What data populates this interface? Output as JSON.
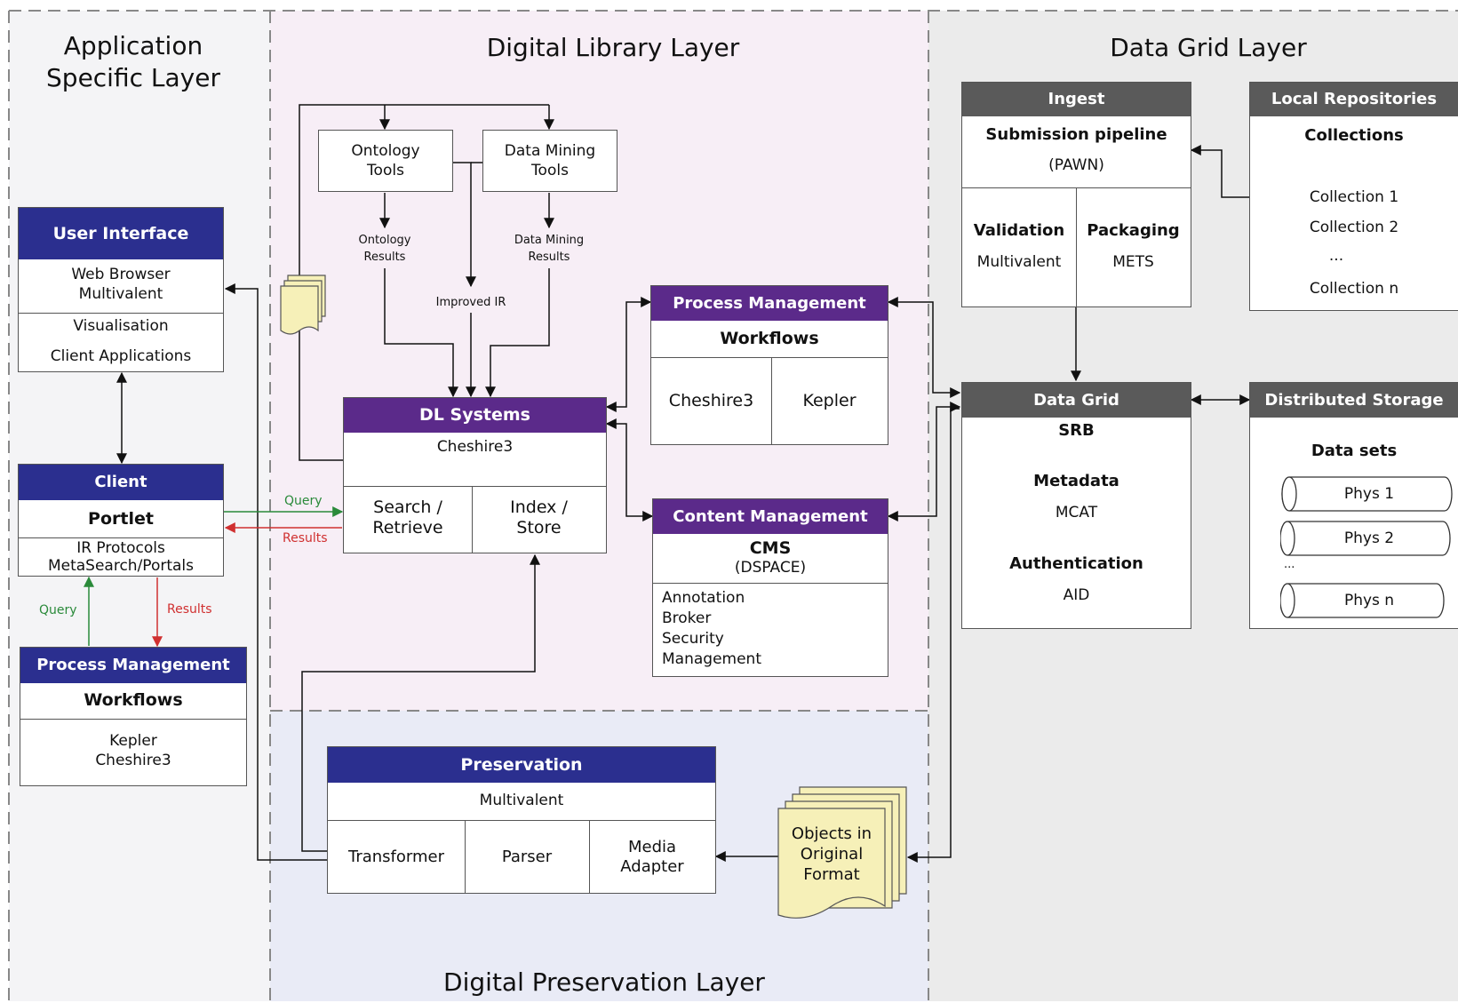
{
  "zones": {
    "application": "Application Specific Layer",
    "digital_library": "Digital Library Layer",
    "data_grid": "Data Grid Layer",
    "preservation": "Digital Preservation Layer"
  },
  "user_interface": {
    "title": "User Interface",
    "row1_line1": "Web Browser",
    "row1_line2": "Multivalent",
    "row2": "Visualisation",
    "row3": "Client Applications"
  },
  "client": {
    "title": "Client",
    "portlet": "Portlet",
    "line1": "IR Protocols",
    "line2": "MetaSearch/Portals"
  },
  "app_process_management": {
    "title": "Process Management",
    "workflows": "Workflows",
    "line1": "Kepler",
    "line2": "Cheshire3"
  },
  "ontology_tools": {
    "line1": "Ontology",
    "line2": "Tools"
  },
  "data_mining_tools": {
    "line1": "Data Mining",
    "line2": "Tools"
  },
  "ontology_results": {
    "line1": "Ontology",
    "line2": "Results"
  },
  "data_mining_results": {
    "line1": "Data Mining",
    "line2": "Results"
  },
  "improved_ir": "Improved IR",
  "dl_systems": {
    "title": "DL Systems",
    "subtitle": "Cheshire3",
    "left_line1": "Search /",
    "left_line2": "Retrieve",
    "right_line1": "Index /",
    "right_line2": "Store"
  },
  "dl_process_management": {
    "title": "Process Management",
    "workflows": "Workflows",
    "left": "Cheshire3",
    "right": "Kepler"
  },
  "content_management": {
    "title": "Content Management",
    "cms": "CMS",
    "cms_sub": "(DSPACE)",
    "items": [
      "Annotation",
      "Broker",
      "Security",
      "Management"
    ]
  },
  "flows": {
    "query": "Query",
    "results": "Results"
  },
  "ingest": {
    "title": "Ingest",
    "pipeline": "Submission pipeline",
    "pipeline_sub": "(PAWN)",
    "validation": "Validation",
    "validation_sub": "Multivalent",
    "packaging": "Packaging",
    "packaging_sub": "METS"
  },
  "local_repositories": {
    "title": "Local Repositories",
    "collections": "Collections",
    "items": [
      "Collection 1",
      "Collection 2",
      "...",
      "Collection n"
    ]
  },
  "data_grid": {
    "title": "Data Grid",
    "srb": "SRB",
    "metadata": "Metadata",
    "metadata_sub": "MCAT",
    "authentication": "Authentication",
    "authentication_sub": "AID"
  },
  "distributed_storage": {
    "title": "Distributed Storage",
    "datasets": "Data sets",
    "phys1": "Phys 1",
    "phys2": "Phys 2",
    "ellipsis": "...",
    "physn": "Phys n"
  },
  "preservation": {
    "title": "Preservation",
    "subtitle": "Multivalent",
    "transformer": "Transformer",
    "parser": "Parser",
    "media_line1": "Media",
    "media_line2": "Adapter"
  },
  "objects": {
    "line1": "Objects in",
    "line2": "Original",
    "line3": "Format"
  },
  "colors": {
    "blue_header": "#2b2f8f",
    "purple_header": "#5b2a8a",
    "grey_header": "#5a5a5a",
    "dl_zone": "#f7eef6",
    "grid_zone": "#ebebeb",
    "preservation_zone": "#e9ebf6",
    "app_zone": "#f4f4f6",
    "document": "#f6f0b8",
    "query_arrow": "#2a8a3a",
    "results_arrow": "#d03030"
  }
}
